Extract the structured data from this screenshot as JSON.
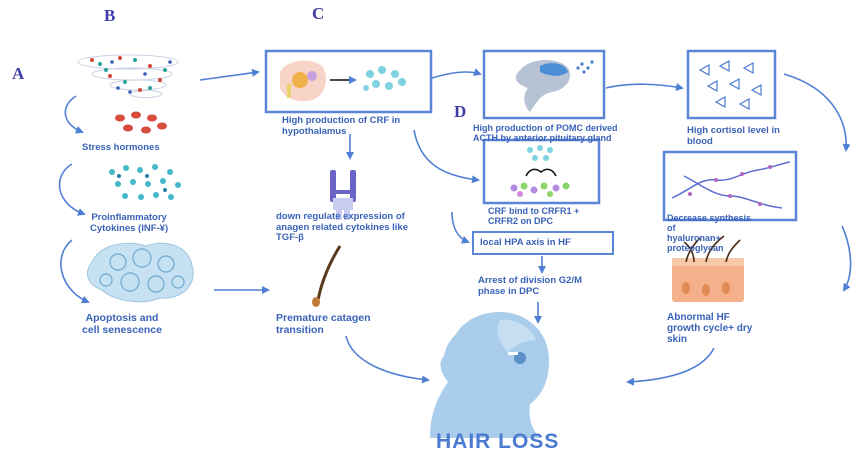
{
  "section_labels": {
    "a": "A",
    "b": "B",
    "c": "C",
    "d": "D"
  },
  "left_column": {
    "stress": "Stress hormones",
    "cytokines": "Proinflammatory\nCytokines (INF-¥)",
    "apoptosis": "Apoptosis and\ncell senescence"
  },
  "middle_column": {
    "crf_production": "High production of CRF in\nhypothalamus",
    "down_regulate": "down regulate expression of\nanagen related cytokines like\nTGF-β",
    "catagen": "Premature catagen\ntransition"
  },
  "hpa": {
    "pomc": "High production of POMC derived\nACTH by anterior pituitary gland",
    "crf_bind": "CRF bind to CRFR1 +\nCRFR2 on DPC",
    "local_hpa": "local HPA axis in HF",
    "arrest": "Arrest of division G2/M\nphase in DPC"
  },
  "right_column": {
    "cortisol": "High cortisol level in\nblood",
    "decrease": "Decrease synthesis\n               of\nhyaluronan+\nproteoglycan",
    "abnormal": "Abnormal HF\ngrowth cycle+ dry\nskin"
  },
  "footer": {
    "title": "HAIR LOSS"
  },
  "colors": {
    "arrow": "#4f7fd4",
    "box_border": "#5b86d8",
    "text": "#3a63b8",
    "title": "#4a7bd0"
  }
}
